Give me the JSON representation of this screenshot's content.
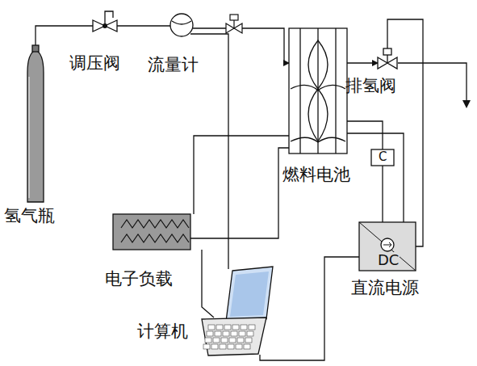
{
  "diagram": {
    "nodes": [
      {
        "text": [
          "氢气瓶"
        ]
      },
      {
        "text": [
          "调压阀"
        ]
      },
      {
        "text": [
          "流量计"
        ]
      },
      {
        "text": [
          "燃料电池"
        ]
      },
      {
        "text": [
          "排氢阀"
        ]
      },
      {
        "text": [
          "C"
        ]
      },
      {
        "text": [
          "电子负载"
        ]
      },
      {
        "text": [
          "DC",
          "直流电源"
        ]
      },
      {
        "text": [
          "计算机"
        ]
      }
    ],
    "edges": [
      {
        "from": 0,
        "to": 1,
        "arrow": "none"
      },
      {
        "from": 1,
        "to": 2,
        "arrow": "none"
      },
      {
        "from": 2,
        "to": 3,
        "arrow": "to"
      },
      {
        "from": 3,
        "to": 4,
        "arrow": "to"
      },
      {
        "from": 3,
        "to": 6,
        "arrow": "none"
      },
      {
        "from": 3,
        "to": 6,
        "arrow": "none"
      },
      {
        "from": 3,
        "to": 5,
        "arrow": "none"
      },
      {
        "from": 5,
        "to": 7,
        "arrow": "none"
      },
      {
        "from": 3,
        "to": 7,
        "arrow": "none"
      },
      {
        "from": 4,
        "to": 7,
        "arrow": "none"
      },
      {
        "from": 2,
        "to": 8,
        "arrow": "none"
      },
      {
        "from": 6,
        "to": 8,
        "arrow": "none"
      },
      {
        "from": 7,
        "to": 8,
        "arrow": "none"
      }
    ]
  }
}
